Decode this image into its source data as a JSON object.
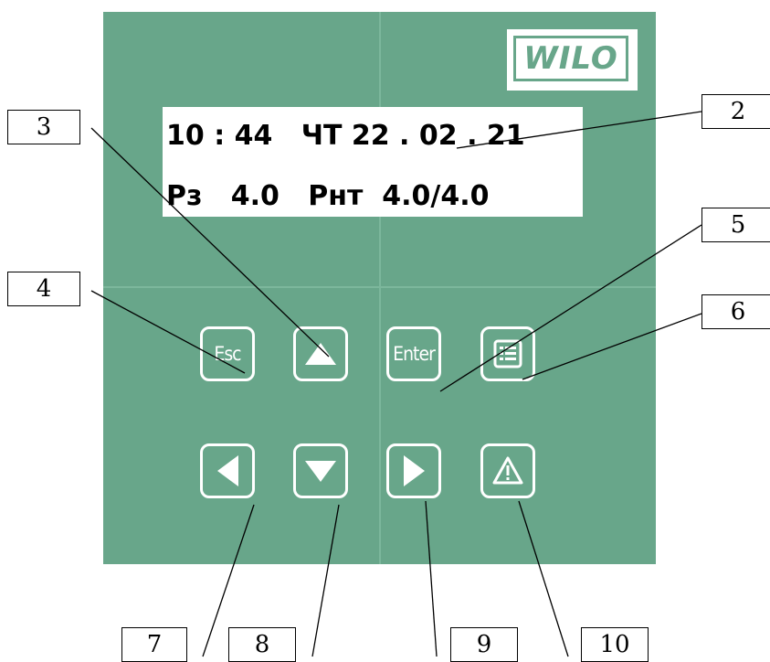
{
  "logo": {
    "text": "WILO"
  },
  "display": {
    "line1": "10 : 44   ЧТ 22 . 02 . 21",
    "line2": "Рз   4.0   Рнт  4.0/4.0"
  },
  "keys": {
    "esc": "Esc",
    "enter": "Enter"
  },
  "callouts": {
    "c2": "2",
    "c3": "3",
    "c4": "4",
    "c5": "5",
    "c6": "6",
    "c7": "7",
    "c8": "8",
    "c9": "9",
    "c10": "10"
  },
  "colors": {
    "panel": "#68a68a",
    "key_outline": "#ffffff",
    "display_bg": "#ffffff"
  },
  "icons": {
    "menu": "menu-list-icon",
    "up": "arrow-up-icon",
    "down": "arrow-down-icon",
    "left": "arrow-left-icon",
    "right": "arrow-right-icon",
    "warning": "warning-icon"
  }
}
